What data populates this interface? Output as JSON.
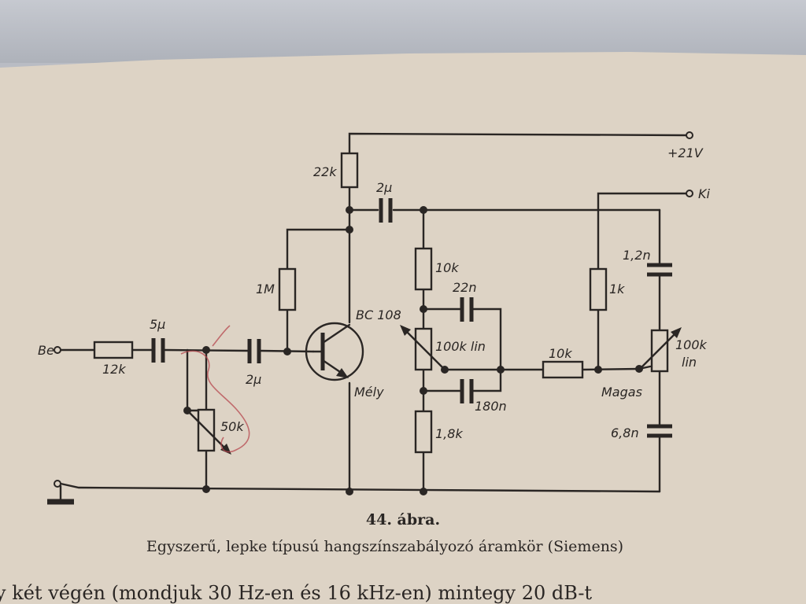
{
  "figure": {
    "number": "44. ábra.",
    "caption": "Egyszerű, lepke típusú hangszínszabályozó áramkör (Siemens)"
  },
  "body_text": "y két végén (mondjuk 30 Hz-en és 16 kHz-en) mintegy 20 dB-t",
  "terminals": {
    "input": "Be",
    "output": "Ki",
    "supply": "+21V"
  },
  "components": {
    "r_in": "12k",
    "c_in": "5μ",
    "pot_input": "50k",
    "c_base": "2μ",
    "r_bias": "1M",
    "r_collector": "22k",
    "c_out": "2μ",
    "transistor": "BC 108",
    "r_bass_top": "10k",
    "c_bass_top": "22n",
    "pot_bass": "100k lin",
    "c_bass_bottom": "180n",
    "r_bass_bottom": "1,8k",
    "r_mid": "10k",
    "r_treble": "1k",
    "c_treble_top": "1,2n",
    "pot_treble": "100k lin",
    "c_treble_bottom": "6,8n"
  },
  "controls": {
    "bass_label": "Mély",
    "treble_label": "Magas"
  }
}
